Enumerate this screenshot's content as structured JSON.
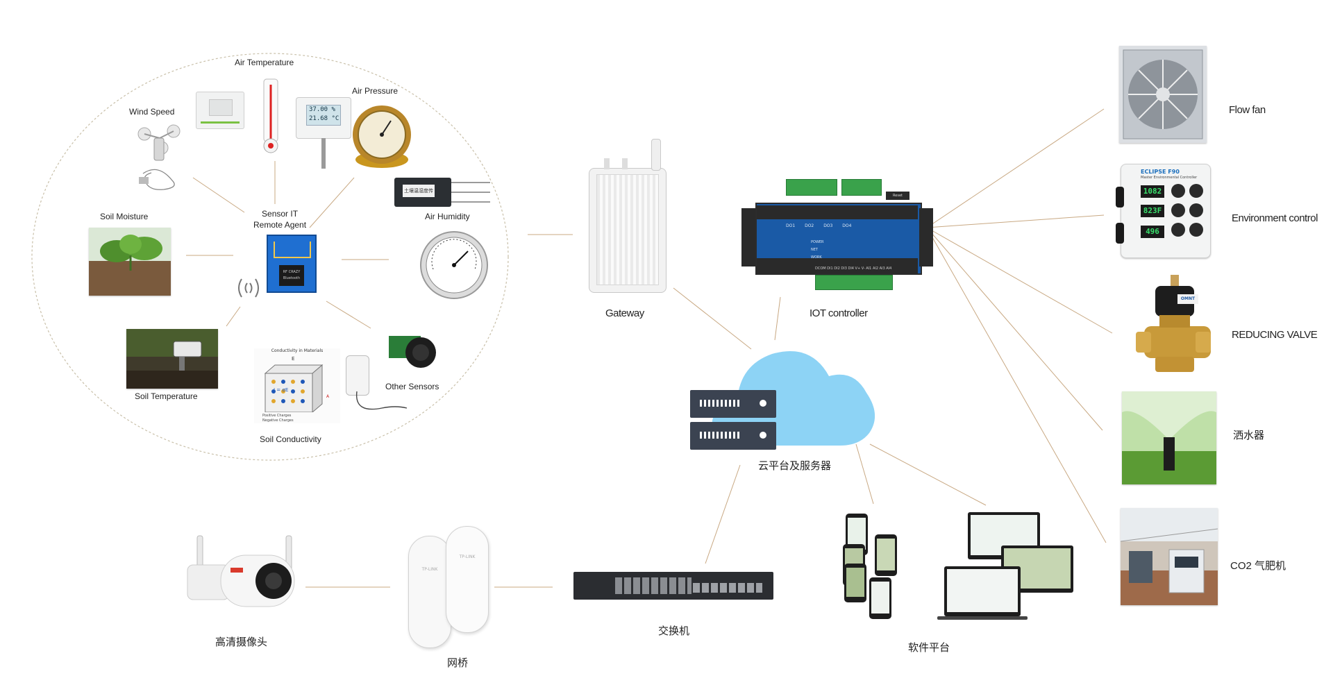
{
  "sensors": {
    "air_temperature": "Air Temperature",
    "air_pressure": "Air Pressure",
    "wind_speed": "Wind Speed",
    "soil_moisture": "Soil Moisture",
    "sensor_agent": "Sensor IT\nRemote Agent",
    "air_humidity": "Air Humidity",
    "soil_temperature": "Soil Temperature",
    "other_sensors": "Other Sensors",
    "soil_conductivity": "Soil Conductivity"
  },
  "thermo_display": {
    "line1": "37.00 %",
    "line2": "21.68 °C"
  },
  "humidity_probe_text": "土壤温湿度传感器",
  "cond_inset": {
    "title": "Conductivity in Materials",
    "e": "E",
    "j": "J = σE",
    "a": "A",
    "legend1": "Positive Charges",
    "legend2": "Negative Charges"
  },
  "agent_chip": {
    "line1": "RF CRAZY",
    "line2": "Bluetooth"
  },
  "gateway": "Gateway",
  "iot_controller": {
    "label": "IOT controller",
    "do_ports": [
      "DO1",
      "DO2",
      "DO3",
      "DO4"
    ],
    "leds": [
      "POWER",
      "NET",
      "WORK"
    ],
    "bottom_pins": "DCOM DI1 DI2 DI3 DI4  V+  V-  AI1 AI2 AI3 AI4",
    "button": "Reset"
  },
  "cloud": "云平台及服务器",
  "switch": "交换机",
  "bridge": "网桥",
  "camera": "高清摄像头",
  "software": "软件平台",
  "outputs": {
    "flow_fan": "Flow fan",
    "environment_control": "Environment control",
    "reducing_valve": "REDUCING VALVE",
    "sprinkler": "洒水器",
    "co2": "CO2 气肥机"
  },
  "env_panel": {
    "brand": "ECLIPSE F90",
    "subtitle": "Master Environmental Controller",
    "readings": [
      "1082",
      "823F",
      "496"
    ]
  },
  "valve_badge": "OMNT",
  "bridge_brand": "TP-LINK",
  "colors": {
    "link_line": "#c8a882",
    "ellipse_border": "#c8bfa8",
    "cloud": "#8dd3f5",
    "server": "#3b4351",
    "iot_blue": "#1a5aa6"
  }
}
